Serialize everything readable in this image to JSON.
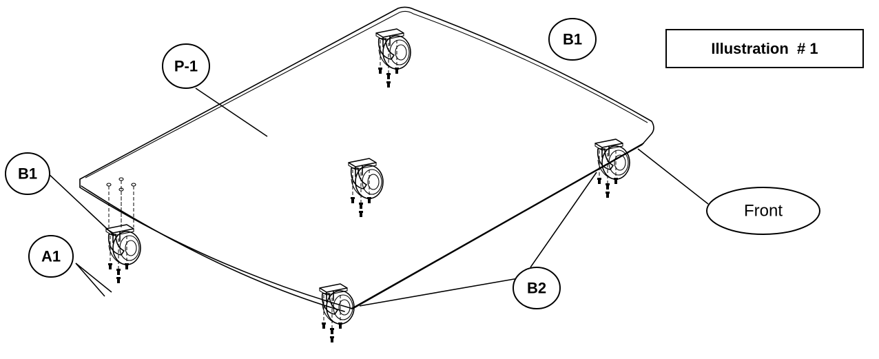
{
  "title_box": {
    "text": "Illustration  # 1"
  },
  "callouts": {
    "b1_top": "B1",
    "p1": "P-1",
    "b1_left": "B1",
    "a1": "A1",
    "b2": "B2",
    "front": "Front"
  },
  "colors": {
    "ink": "#000000",
    "background": "#ffffff"
  }
}
